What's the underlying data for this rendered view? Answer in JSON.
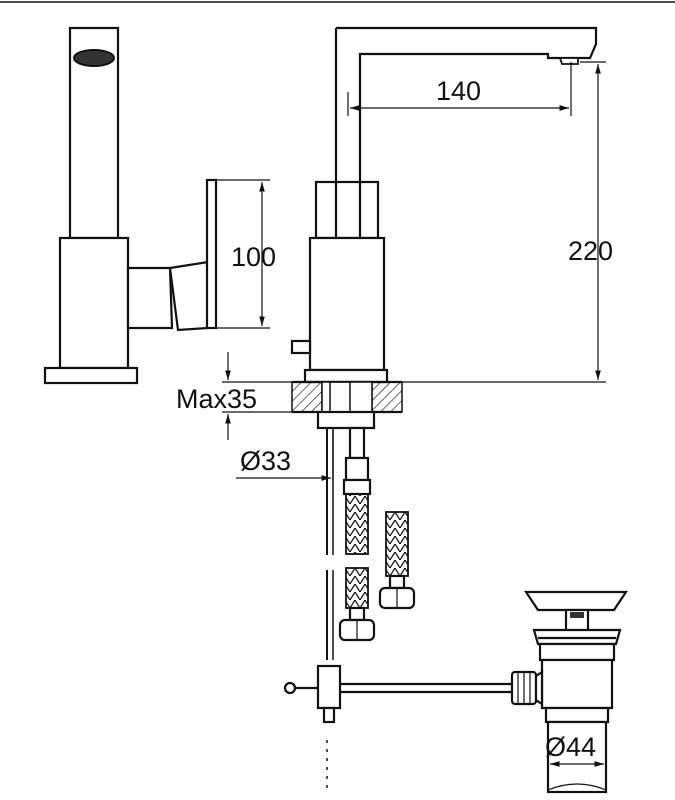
{
  "dimensions": {
    "spout_reach": "140",
    "total_height": "220",
    "lever_height": "100",
    "max_deck_thickness": "Max35",
    "hole_diameter": "Ø33",
    "waste_diameter": "Ø44"
  }
}
